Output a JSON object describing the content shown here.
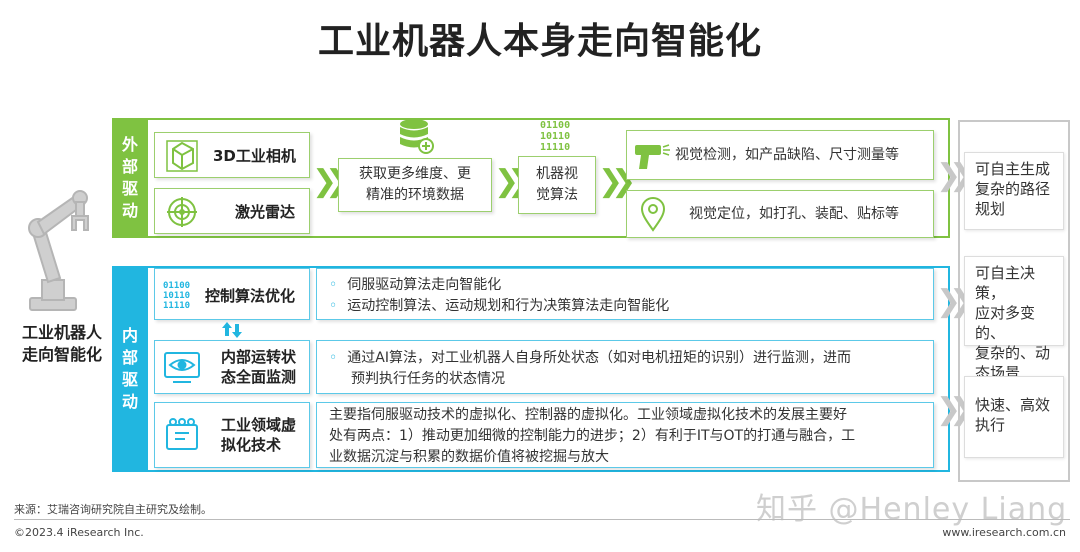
{
  "title": "工业机器人本身走向智能化",
  "left": {
    "label_line1": "工业机器人",
    "label_line2": "走向智能化"
  },
  "external": {
    "band": [
      "外",
      "部",
      "驱",
      "动"
    ],
    "cam_label": "3D工业相机",
    "lidar_label": "激光雷达",
    "data_box": [
      "获取更多维度、更",
      "精准的环境数据"
    ],
    "algo_box": [
      "机器视",
      "觉算法"
    ],
    "binary_icon": [
      "01100",
      "10110",
      "11110"
    ],
    "detect_text": "视觉检测，如产品缺陷、尺寸测量等",
    "locate_text": "视觉定位，如打孔、装配、贴标等"
  },
  "internal": {
    "band": [
      "内",
      "部",
      "驱",
      "动"
    ],
    "row1_label": "控制算法优化",
    "row1_binary_icon": [
      "01100",
      "10110",
      "11110"
    ],
    "row1_items": [
      "伺服驱动算法走向智能化",
      "运动控制算法、运动规划和行为决策算法走向智能化"
    ],
    "row2_label": [
      "内部运转状",
      "态全面监测"
    ],
    "row2_text": [
      "通过AI算法，对工业机器人自身所处状态（如对电机扭矩的识别）进行监测，进而",
      "预判执行任务的状态情况"
    ],
    "row3_label": [
      "工业领域虚",
      "拟化技术"
    ],
    "row3_text": [
      "主要指伺服驱动技术的虚拟化、控制器的虚拟化。工业领域虚拟化技术的发展主要好",
      "处有两点：1）推动更加细微的控制能力的进步；2）有利于IT与OT的打通与融合，工",
      "业数据沉淀与积累的数据价值将被挖掘与放大"
    ]
  },
  "results": {
    "r1": [
      "可自主生成",
      "复杂的路径",
      "规划"
    ],
    "r2": [
      "可自主决策，",
      "应对多变的、",
      "复杂的、动",
      "态场景"
    ],
    "r3": [
      "快速、高效",
      "执行"
    ]
  },
  "bullet": "◦",
  "chevron": "❯❯",
  "footer": {
    "source": "来源：艾瑞咨询研究院自主研究及绘制。",
    "copyright": "©2023.4 iResearch Inc.",
    "website": "www.iresearch.com.cn",
    "watermark": "知乎 @Henley Liang"
  },
  "colors": {
    "green": "#7fc241",
    "blue": "#21b6e0",
    "gray": "#c8c8c8"
  }
}
